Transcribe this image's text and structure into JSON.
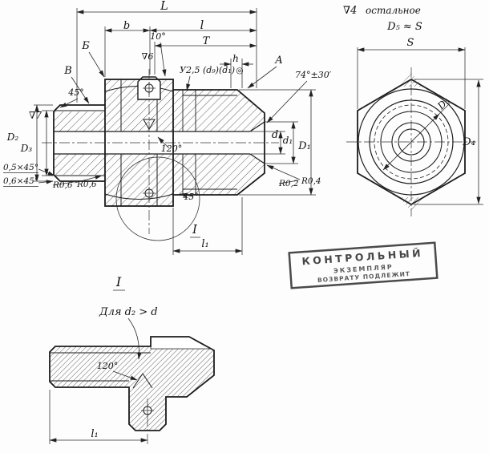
{
  "colors": {
    "ink": "#1c1c1c",
    "paper": "#ffffff",
    "stamp_ink": "#4a4a4a"
  },
  "notes": {
    "finish_rest_symbol": "∇4",
    "finish_rest_text": "остальное",
    "d5_relation": "D₅ ≈ S"
  },
  "main": {
    "L": "L",
    "b": "b",
    "l": "l",
    "T": "Т",
    "ref_B": "Б",
    "ref_V": "В",
    "ref_A": "А",
    "angle10": "10°",
    "finish6": "∇6",
    "thread_note": "У2,5 (d₉)(d₁)",
    "thread_symbol": "◎",
    "h": "h",
    "angle74": "74°±30′",
    "angle45_left": "45°",
    "finish7": "∇7",
    "D2": "D₂",
    "D3": "D₃",
    "chamfer05": "0,5×45°",
    "chamfer06": "0,6×45°",
    "r06a": "R0,6",
    "r06b": "R0,6",
    "angle120": "120°",
    "d": "d",
    "d1": "d₁",
    "D1": "D₁",
    "r02": "R0,2",
    "r04": "R0,4",
    "angle45_bottom": "45°",
    "detail_mark": "I",
    "l1": "l₁"
  },
  "end_view": {
    "S": "S",
    "D4": "D₄",
    "D5": "D₅"
  },
  "stamp": {
    "line1": "КОНТРОЛЬНЫЙ",
    "line2": "ЭКЗЕМПЛЯР",
    "line3": "ВОЗВРАТУ ПОДЛЕЖИТ"
  },
  "detail": {
    "title": "I",
    "condition": "Для d₂ > d",
    "angle120": "120°",
    "l1": "l₁"
  }
}
